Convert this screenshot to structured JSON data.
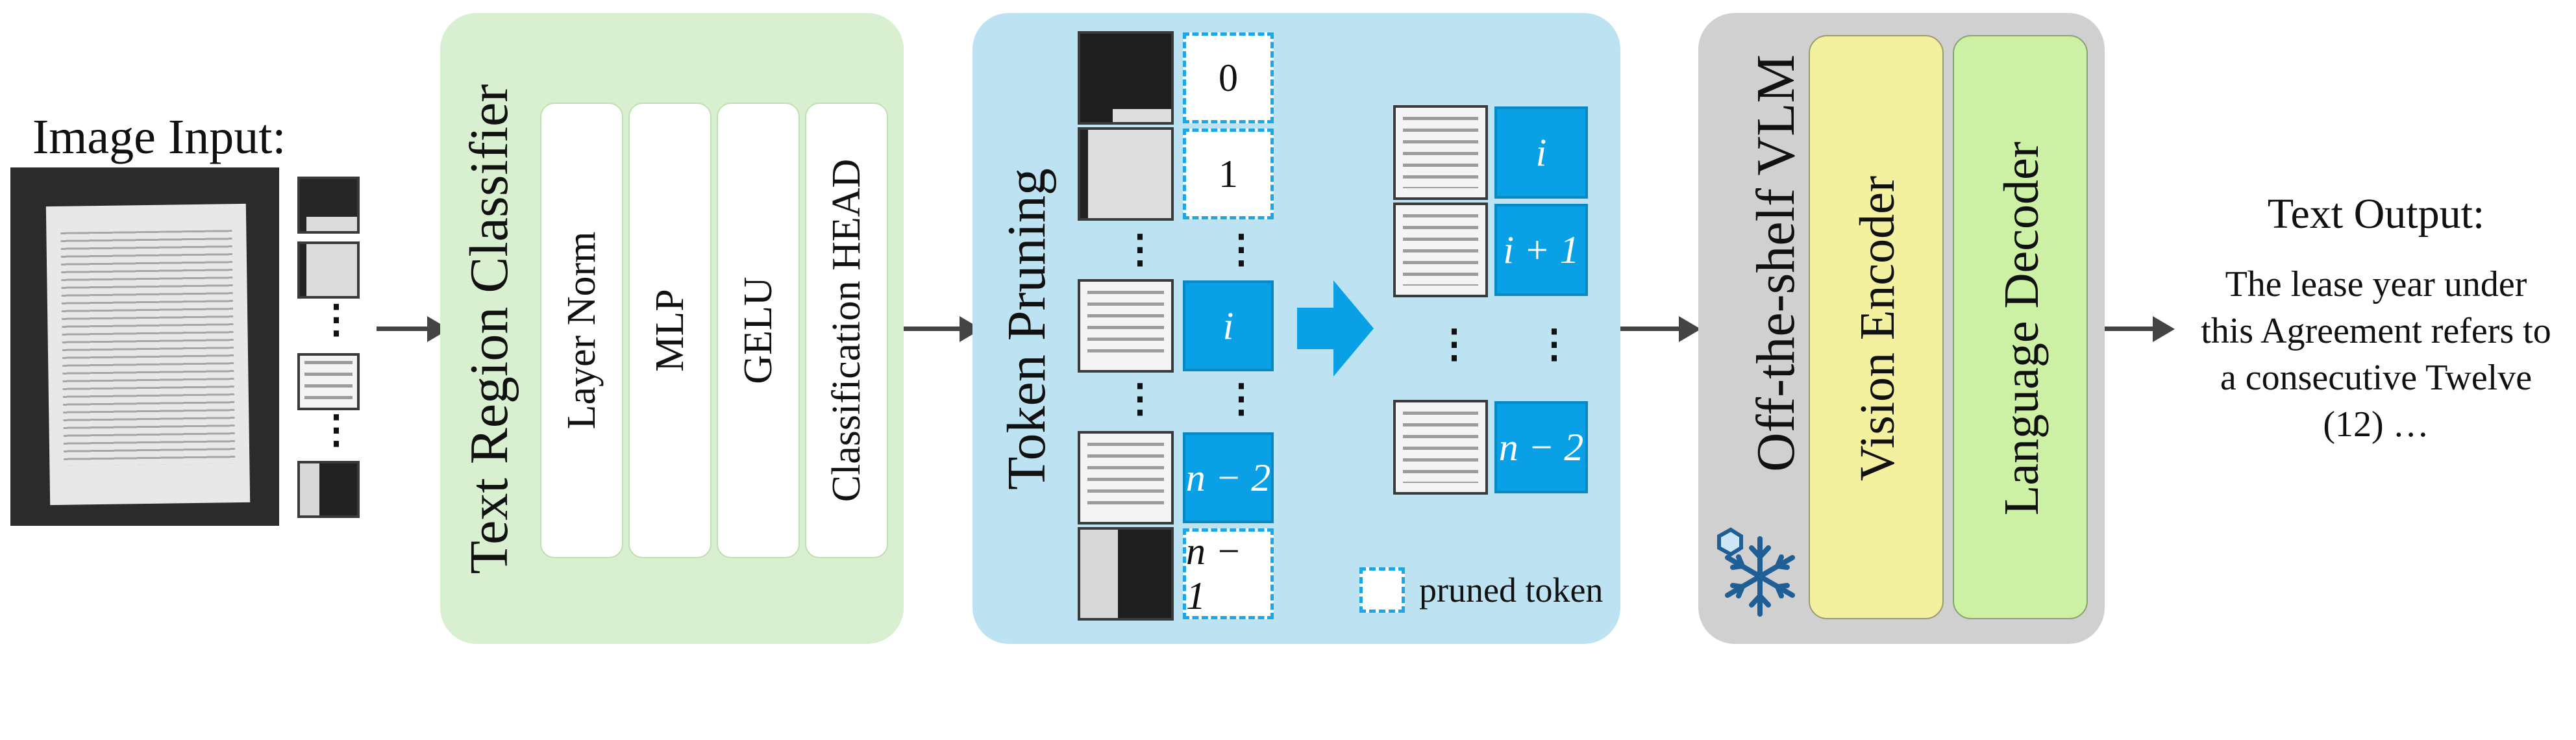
{
  "input": {
    "label": "Image Input:"
  },
  "classifier": {
    "title": "Text Region Classifier",
    "layers": [
      "Layer Norm",
      "MLP",
      "GELU",
      "Classification HEAD"
    ]
  },
  "pruning": {
    "title": "Token Pruning",
    "tokens_before": [
      "0",
      "1",
      "i",
      "n − 2",
      "n − 1"
    ],
    "tokens_after": [
      "i",
      "i + 1",
      "n − 2"
    ],
    "legend": "pruned token"
  },
  "vlm": {
    "title": "Off-the-shelf VLM",
    "vision_encoder": "Vision Encoder",
    "language_decoder": "Language Decoder"
  },
  "output": {
    "label": "Text Output:",
    "lines": [
      "The lease year under",
      "this Agreement refers to",
      "a consecutive Twelve",
      "(12) …"
    ]
  },
  "ellipsis": "⋮",
  "colors": {
    "classifier_bg": "#d8f0d0",
    "pruning_bg": "#bde3f3",
    "vlm_bg": "#d0d0d0",
    "vision_encoder_bg": "#f3f0a0",
    "language_decoder_bg": "#ccf0a4",
    "token_blue": "#0aa0e6",
    "arrow": "#444444"
  }
}
